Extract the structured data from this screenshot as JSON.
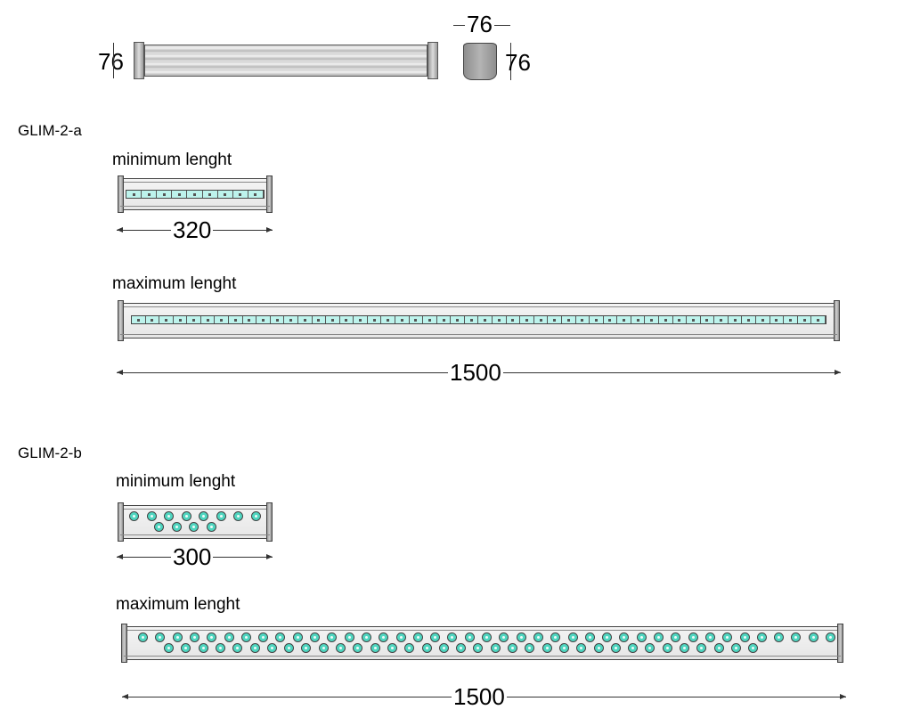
{
  "top_view": {
    "height_dim": "76",
    "width_dim": "76",
    "profile_height_dim": "76"
  },
  "sections": [
    {
      "title": "GLIM-2-a",
      "min_label": "minimum lenght",
      "min_dim": "320",
      "max_label": "maximum lenght",
      "max_dim": "1500",
      "led_style": "square-strip"
    },
    {
      "title": "GLIM-2-b",
      "min_label": "minimum lenght",
      "min_dim": "300",
      "max_label": "maximum lenght",
      "max_dim": "1500",
      "led_style": "round-staggered"
    }
  ],
  "colors": {
    "led": "#4fd6c0",
    "led_light": "#bdf3ec",
    "body": "#e6e6e6",
    "outline": "#444444"
  }
}
